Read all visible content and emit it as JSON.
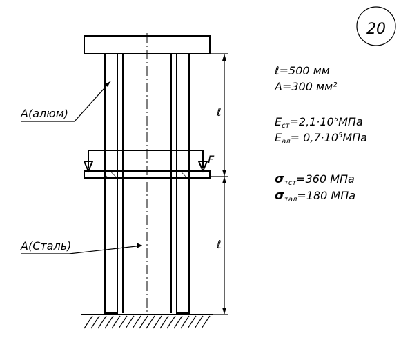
{
  "problem_number": "20",
  "labels": {
    "aluminum_area": "A(алюм)",
    "steel_area": "A(Сталь)",
    "force": "F",
    "length_upper": "ℓ",
    "length_lower": "ℓ"
  },
  "params": {
    "length": {
      "symbol": "ℓ",
      "value": "=500 мм"
    },
    "area": {
      "symbol": "A",
      "value": "=300 мм²"
    },
    "e_steel": {
      "symbol": "E",
      "sub": "ст",
      "value": "=2,1·10",
      "exp": "5",
      "unit": "МПа"
    },
    "e_alum": {
      "symbol": "E",
      "sub": "ал",
      "value": "= 0,7·10",
      "exp": "5",
      "unit": "МПа"
    },
    "sigma_steel": {
      "symbol": "σ",
      "sub": "тст",
      "value": "=360 МПа"
    },
    "sigma_alum": {
      "symbol": "σ",
      "sub": "тал",
      "value": "=180 МПа"
    }
  },
  "colors": {
    "ink": "#000000",
    "background": "#ffffff"
  }
}
